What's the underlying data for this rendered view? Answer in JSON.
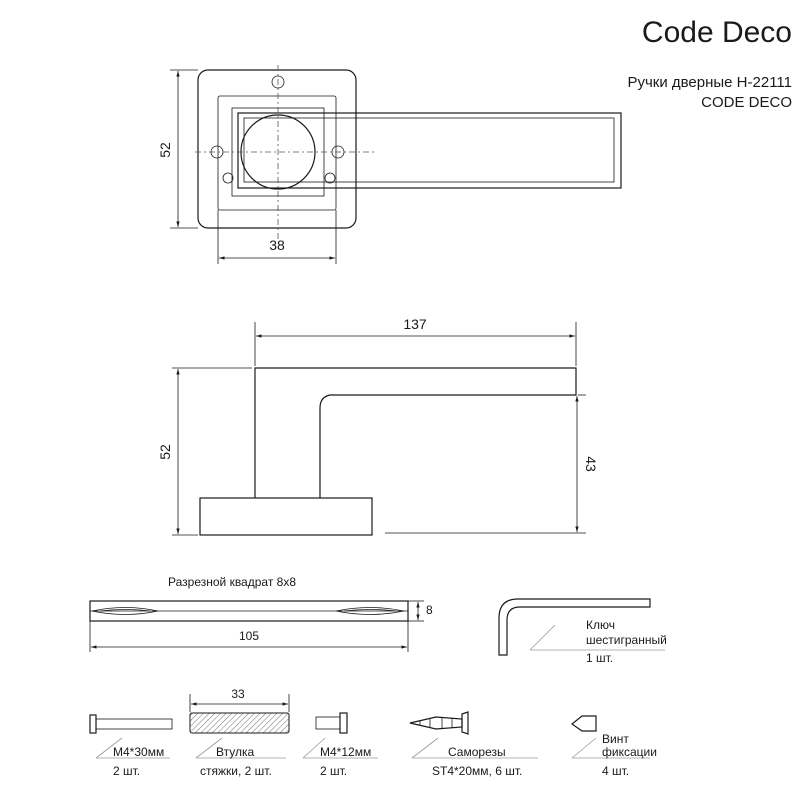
{
  "header": {
    "brand": "Code Deco",
    "title_line1": "Ручки дверные H-22111",
    "title_line2": "CODE DECO"
  },
  "front_view": {
    "height_dim": "52",
    "width_dim": "38"
  },
  "side_view": {
    "length_dim": "137",
    "height_dim": "52",
    "lever_height_dim": "43"
  },
  "spindle": {
    "caption": "Разрезной квадрат 8х8",
    "thickness_dim": "8",
    "length_dim": "105"
  },
  "hex_key": {
    "label_line1": "Ключ",
    "label_line2": "шестигранный",
    "qty": "1 шт."
  },
  "parts": {
    "bushing_length_dim": "33",
    "screw_m4x30": {
      "name": "М4*30мм",
      "qty": "2 шт."
    },
    "bushing": {
      "name": "Втулка",
      "qty": "стяжки, 2 шт."
    },
    "screw_m4x12": {
      "name": "М4*12мм",
      "qty": "2 шт."
    },
    "self_tapping": {
      "name": "Саморезы",
      "qty": "ST4*20мм, 6 шт."
    },
    "fix_screw": {
      "name_line1": "Винт",
      "name_line2": "фиксации",
      "qty": "4 шт."
    }
  }
}
